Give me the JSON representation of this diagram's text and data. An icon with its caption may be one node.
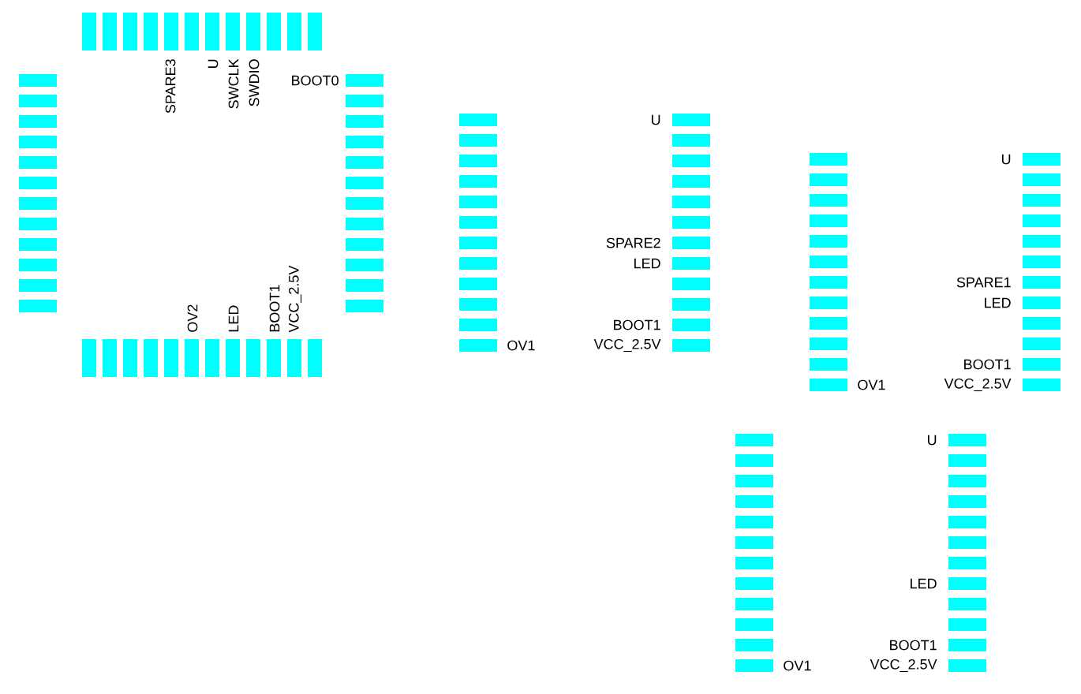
{
  "diagram": {
    "labels": [
      "SPARE3",
      "U",
      "SWCLK",
      "SWDIO",
      "BOOT0",
      "OV2",
      "LED",
      "BOOT1",
      "VCC_2.5V",
      "U",
      "SPARE2",
      "LED",
      "BOOT1",
      "OV1",
      "VCC_2.5V",
      "U",
      "SPARE1",
      "LED",
      "BOOT1",
      "OV1",
      "VCC_2.5V",
      "U",
      "LED",
      "BOOT1",
      "OV1",
      "VCC_2.5V"
    ]
  }
}
